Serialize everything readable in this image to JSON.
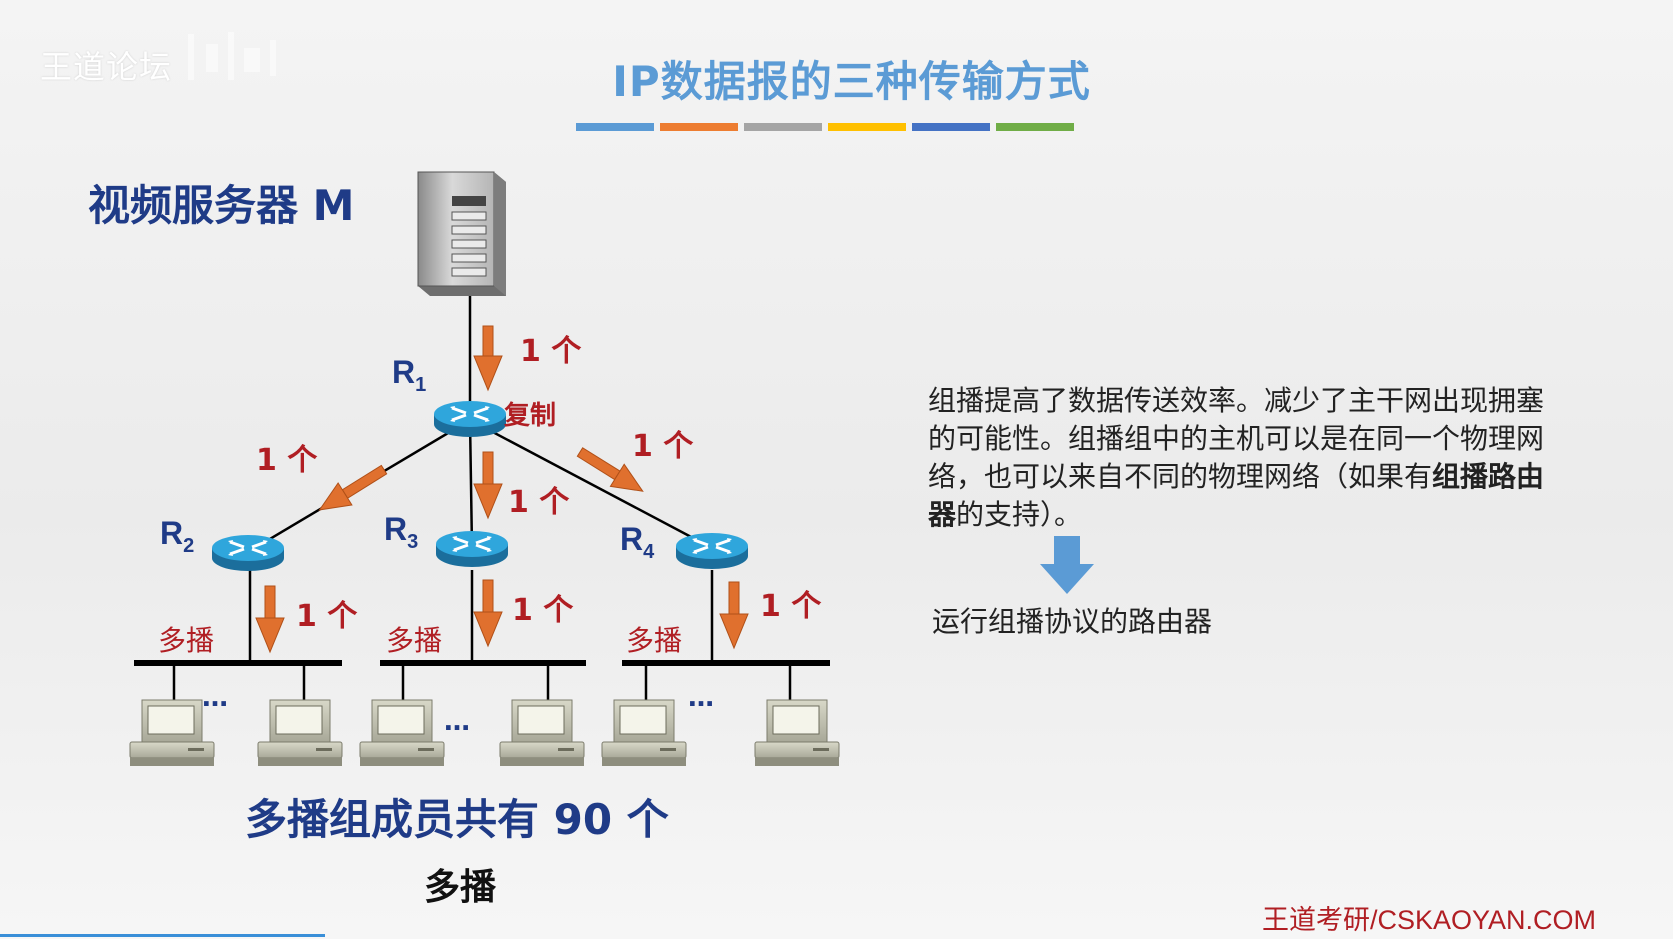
{
  "watermark": "王道论坛",
  "title": "IP数据报的三种传输方式",
  "title_bar_colors": [
    "#5b9bd5",
    "#ed7d31",
    "#a5a5a5",
    "#ffc000",
    "#4472c4",
    "#70ad47"
  ],
  "server_label": "视频服务器 M",
  "routers": [
    {
      "name": "R",
      "sub": "1"
    },
    {
      "name": "R",
      "sub": "2"
    },
    {
      "name": "R",
      "sub": "3"
    },
    {
      "name": "R",
      "sub": "4"
    }
  ],
  "copy_label": "复制",
  "count_label": "1 个",
  "net_label": "多播",
  "ellipsis": "…",
  "members_text": "多播组成员共有 90 个",
  "caption": "多播",
  "desc": {
    "part1": "组播提高了数据传送效率。减少了主干网出现拥塞的可能性。组播组中的主机可以是在同一个物理网络，也可以来自不同的物理网络（如果有",
    "bold": "组播路由器",
    "part2": "的支持）。"
  },
  "result": "运行组播协议的路由器",
  "footer": "王道考研/CSKAOYAN.COM",
  "colors": {
    "navy": "#1f3b87",
    "red": "#b01e23",
    "arrow": "#e0702e",
    "blue_arrow": "#5b9bd5",
    "router": "#2b9fd6"
  }
}
